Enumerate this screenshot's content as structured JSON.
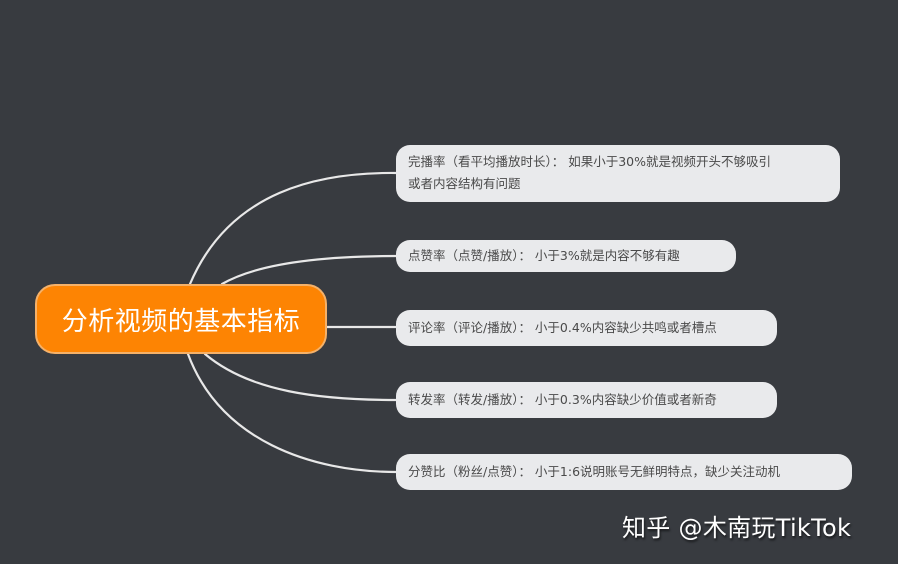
{
  "mindmap": {
    "central": {
      "label": "分析视频的基本指标",
      "color": "#fd8403"
    },
    "topics": [
      {
        "label": "完播率（看平均播放时长）：如果小于30%就是视频开头不够吸引或者内容结构有问题",
        "line1": "完播率（看平均播放时长）： 如果小于30%就是视频开头不够吸引",
        "line2": "或者内容结构有问题"
      },
      {
        "label": "点赞率（点赞/播放）： 小于3%就是内容不够有趣"
      },
      {
        "label": "评论率（评论/播放）： 小于0.4%内容缺少共鸣或者槽点"
      },
      {
        "label": "转发率（转发/播放）： 小于0.3%内容缺少价值或者新奇"
      },
      {
        "label": "分赞比（粉丝/点赞）： 小于1:6说明账号无鲜明特点，缺少关注动机"
      }
    ],
    "colors": {
      "background": "#383b40",
      "topic_bg": "#e9eaec",
      "topic_text": "#4a4a4a",
      "link": "#e8e8e8"
    }
  },
  "watermark": {
    "text": "知乎 @木南玩TikTok"
  }
}
